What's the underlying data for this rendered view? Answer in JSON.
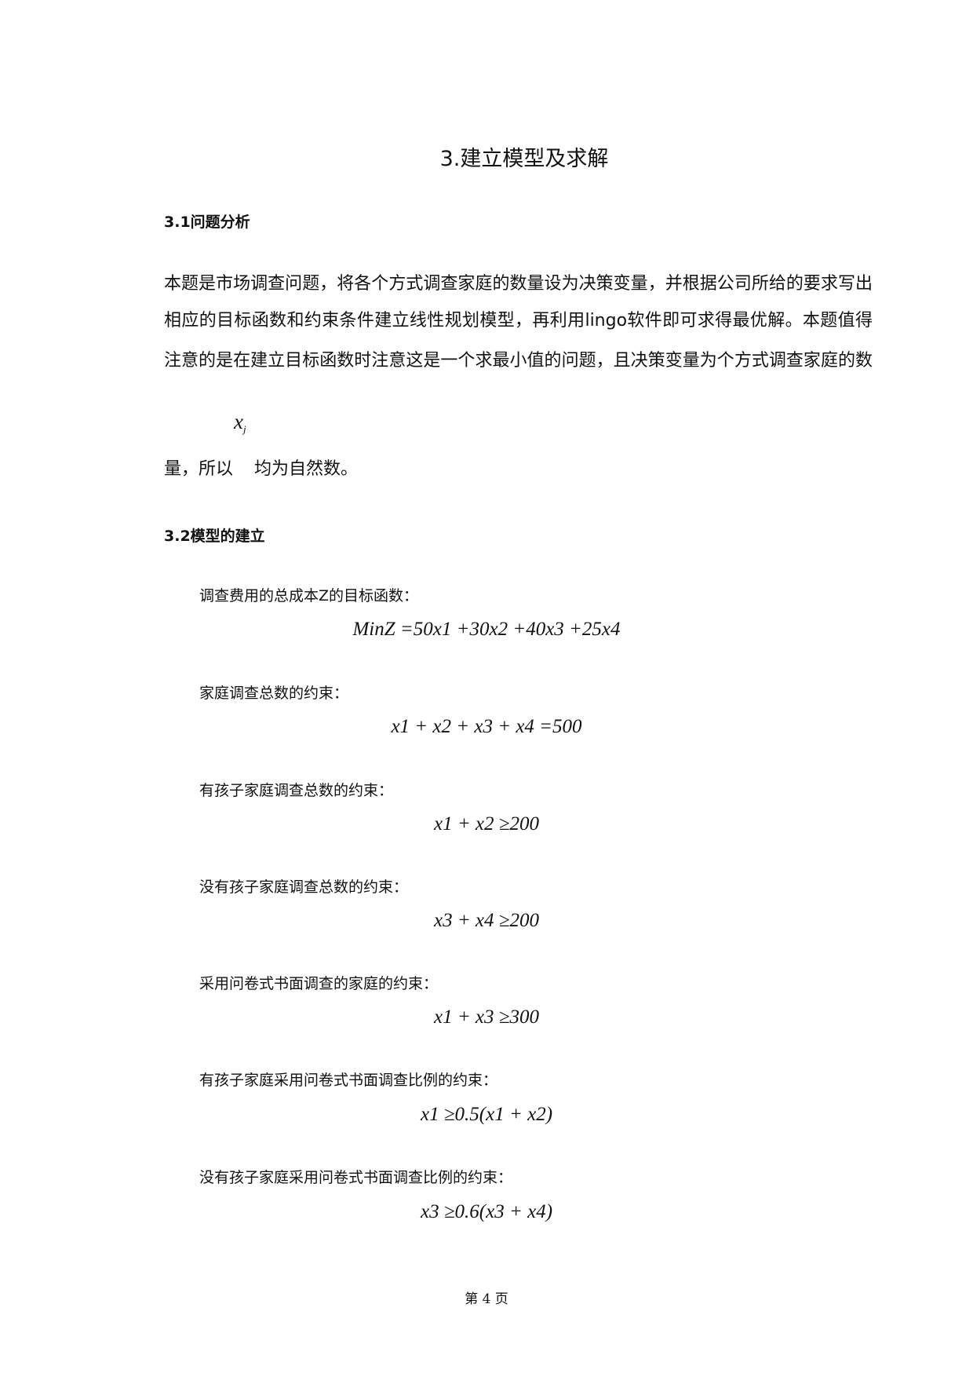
{
  "title": "3.建立模型及求解",
  "section1": {
    "heading": "3.1问题分析",
    "lines": [
      "本题是市场调查问题，将各个方式调查家庭的数量设为决策变量，并根据公司所给的要求写出",
      "相应的目标函数和约束条件建立线性规划模型，再利用lingo软件即可求得最优解。本题值得",
      "注意的是在建立目标函数时注意这是一个求最小值的问题，且决策变量为个方式调查家庭的数"
    ],
    "var": "x",
    "var_sub": "j",
    "last_line_a": "量，所以",
    "last_line_b": "均为自然数。"
  },
  "section2": {
    "heading": "3.2模型的建立",
    "items": [
      {
        "label": "调查费用的总成本Z的目标函数：",
        "formula": "MinZ =50x1 +30x2 +40x3 +25x4"
      },
      {
        "label": "家庭调查总数的约束：",
        "formula": "x1 + x2 + x3 + x4 =500"
      },
      {
        "label": "有孩子家庭调查总数的约束：",
        "formula": "x1 + x2 ≥200"
      },
      {
        "label": "没有孩子家庭调查总数的约束：",
        "formula": "x3 + x4 ≥200"
      },
      {
        "label": "采用问卷式书面调查的家庭的约束：",
        "formula": "x1 + x3 ≥300"
      },
      {
        "label": "有孩子家庭采用问卷式书面调查比例的约束：",
        "formula": "x1 ≥0.5(x1 + x2)"
      },
      {
        "label": "没有孩子家庭采用问卷式书面调查比例的约束：",
        "formula": "x3 ≥0.6(x3 + x4)"
      }
    ]
  },
  "footer": "第 4 页"
}
